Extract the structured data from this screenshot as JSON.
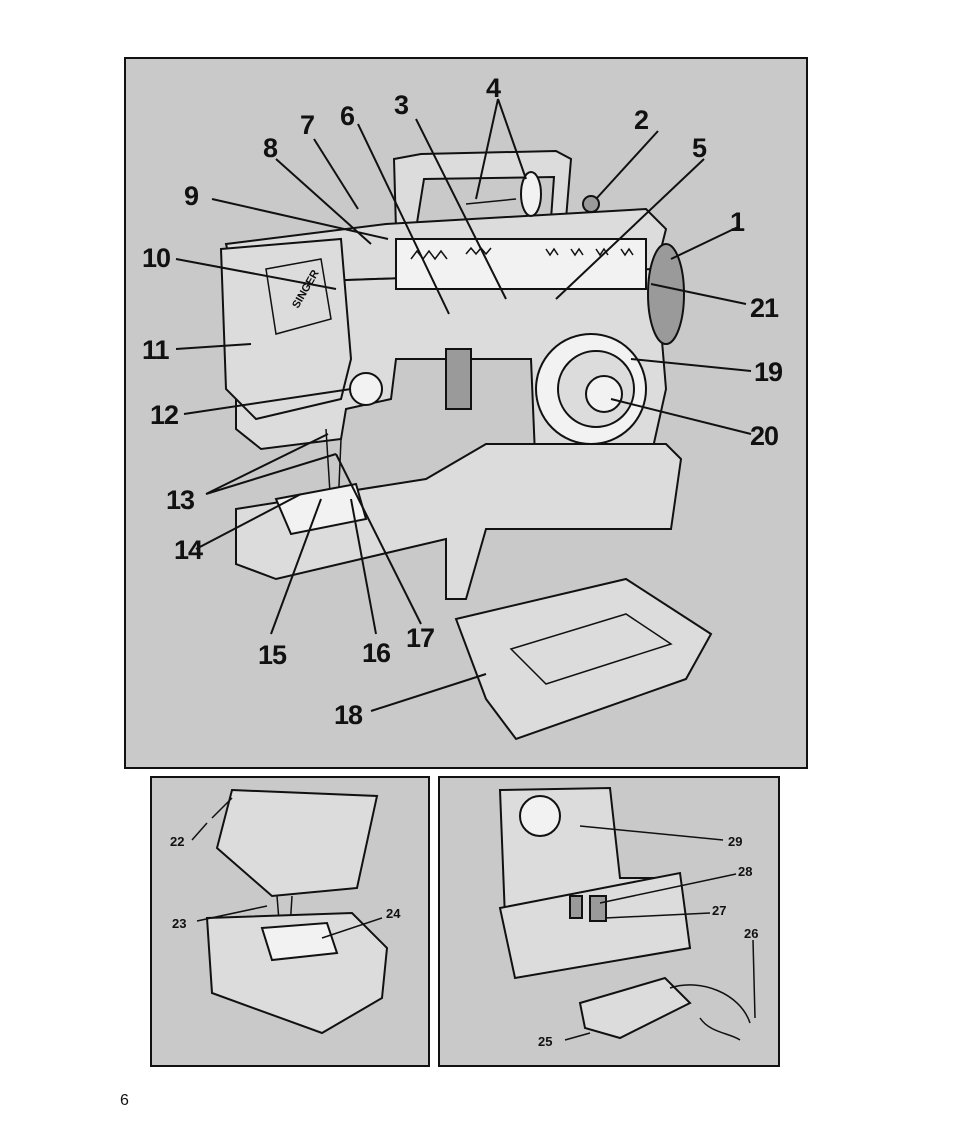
{
  "page": {
    "number": "6"
  },
  "main_figure": {
    "callouts": [
      "1",
      "2",
      "3",
      "4",
      "5",
      "6",
      "7",
      "8",
      "9",
      "10",
      "11",
      "12",
      "13",
      "14",
      "15",
      "16",
      "17",
      "18",
      "19",
      "20",
      "21"
    ],
    "brand_logo_text": "SINGER"
  },
  "detail_left": {
    "callouts": [
      "22",
      "23",
      "24"
    ]
  },
  "detail_right": {
    "callouts": [
      "25",
      "26",
      "27",
      "28",
      "29"
    ]
  }
}
